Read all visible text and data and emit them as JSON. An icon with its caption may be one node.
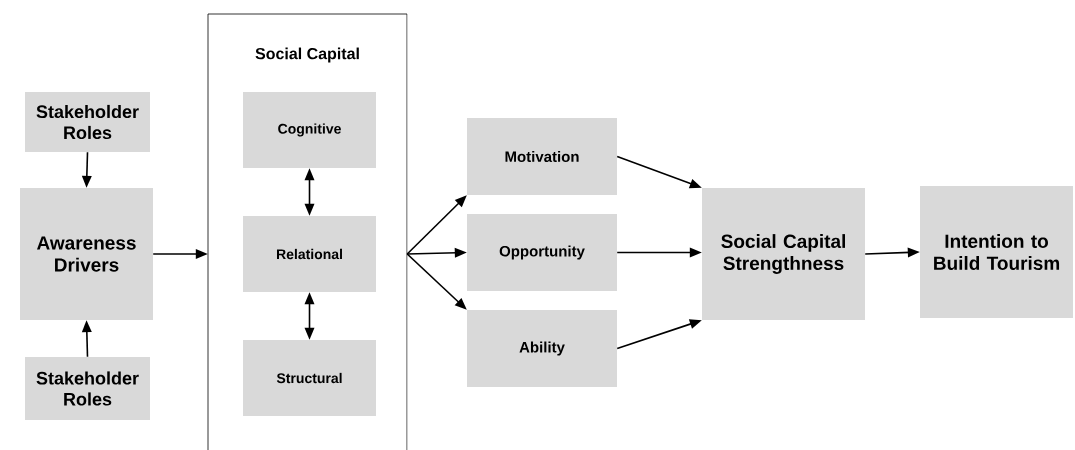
{
  "diagram": {
    "nodes": [
      {
        "text": [
          "Stakeholder Roles"
        ]
      },
      {
        "text": [
          "Awareness Drivers"
        ]
      },
      {
        "text": [
          "Stakeholder Roles"
        ]
      },
      {
        "text": [
          "Social Capital"
        ]
      },
      {
        "text": [
          "Cognitive"
        ],
        "in": 3
      },
      {
        "text": [
          "Relational"
        ],
        "in": 3
      },
      {
        "text": [
          "Structural"
        ],
        "in": 3
      },
      {
        "text": [
          "Motivation"
        ]
      },
      {
        "text": [
          "Opportunity"
        ]
      },
      {
        "text": [
          "Ability"
        ]
      },
      {
        "text": [
          "Social Capital Strengthness"
        ]
      },
      {
        "text": [
          "Intention to Build Tourism"
        ]
      }
    ],
    "edges": [
      {
        "from": 0,
        "to": 1,
        "arrow": "to"
      },
      {
        "from": 2,
        "to": 1,
        "arrow": "to"
      },
      {
        "from": 1,
        "to": 3,
        "arrow": "to"
      },
      {
        "from": 4,
        "to": 5,
        "arrow": "both"
      },
      {
        "from": 5,
        "to": 6,
        "arrow": "both"
      },
      {
        "from": 3,
        "to": 7,
        "arrow": "to"
      },
      {
        "from": 3,
        "to": 8,
        "arrow": "to"
      },
      {
        "from": 3,
        "to": 9,
        "arrow": "to"
      },
      {
        "from": 7,
        "to": 10,
        "arrow": "to"
      },
      {
        "from": 8,
        "to": 10,
        "arrow": "to"
      },
      {
        "from": 9,
        "to": 10,
        "arrow": "to"
      },
      {
        "from": 10,
        "to": 11,
        "arrow": "to"
      }
    ]
  }
}
